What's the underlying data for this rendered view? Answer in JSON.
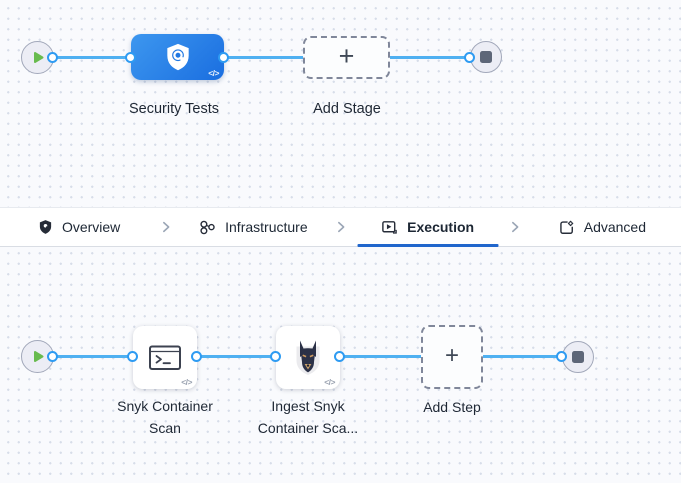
{
  "stage_panel": {
    "stage_name": "Security Tests",
    "add_stage_label": "Add Stage"
  },
  "tab_bar": {
    "tabs": [
      {
        "label": "Overview",
        "icon": "shield-icon",
        "active": false
      },
      {
        "label": "Infrastructure",
        "icon": "hierarchy-icon",
        "active": false
      },
      {
        "label": "Execution",
        "icon": "play-box-icon",
        "active": true
      },
      {
        "label": "Advanced",
        "icon": "doc-gear-icon",
        "active": false
      }
    ]
  },
  "execution_panel": {
    "steps": [
      {
        "name": "Snyk Container Scan",
        "icon": "terminal-icon"
      },
      {
        "name": "Ingest Snyk Container Sca...",
        "icon": "snyk-dog-icon"
      }
    ],
    "add_step_label": "Add Step"
  },
  "glyphs": {
    "plus": "+",
    "code": "</>"
  },
  "colors": {
    "line_blue": "#4fb0f1",
    "port_blue": "#2e9bf2",
    "active_tab_underline": "#2066cc",
    "stage_gradient_start": "#3d97ef",
    "stage_gradient_end": "#1a6ee0",
    "play_green": "#68bb4e",
    "canvas_bg": "#f9fafd"
  }
}
